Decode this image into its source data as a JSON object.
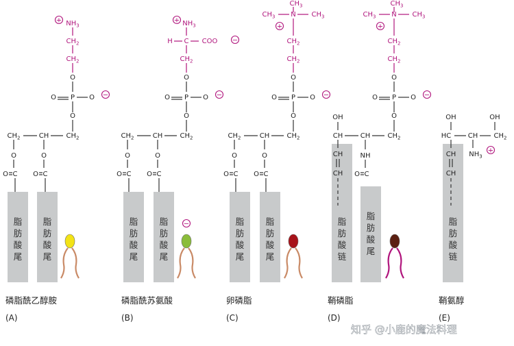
{
  "colors": {
    "head_chain": "#b0147c",
    "bond": "#333333",
    "tail_box": "#c8cacb",
    "panel_A_head": "#f3e316",
    "panel_B_head": "#8bbd3a",
    "panel_C_head": "#a7131a",
    "panel_D_head": "#5b1f12",
    "panel_D_tail": "#b0147c",
    "lipid_tail": "#c98a66"
  },
  "chem_labels": {
    "nh3": "NH3",
    "ch2": "CH2",
    "ch": "CH",
    "coo": "COO",
    "h": "H",
    "c": "C",
    "o": "O",
    "p": "P",
    "n": "N",
    "nh": "NH",
    "oh": "OH",
    "hc": "HC",
    "ch3": "CH3",
    "plus": "+",
    "minus": "−"
  },
  "tail_labels": {
    "fatty_tail": "脂肪酸尾",
    "fatty_chain": "脂肪酸链"
  },
  "panels": [
    {
      "letter": "(A)",
      "caption": "磷脂酰乙醇胺"
    },
    {
      "letter": "(B)",
      "caption": "磷脂酰苏氨酸"
    },
    {
      "letter": "(C)",
      "caption": "卵磷脂"
    },
    {
      "letter": "(D)",
      "caption": "鞘磷脂"
    },
    {
      "letter": "(E)",
      "caption": "鞘氨醇"
    }
  ],
  "watermark": "知乎 @小鹿的魔法料理"
}
